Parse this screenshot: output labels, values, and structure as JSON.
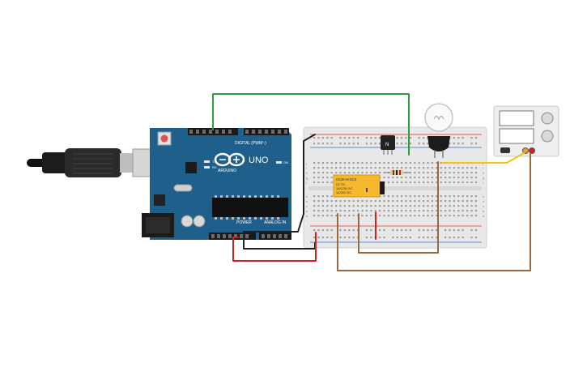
{
  "arduino": {
    "brand": "ARDUINO",
    "model": "UNO",
    "digital_label": "DIGITAL (PWM~)",
    "power_label": "POWER",
    "analog_label": "ANALOG IN",
    "tx_label": "TX",
    "rx_label": "RX",
    "on_label": "ON"
  },
  "relay": {
    "lines": [
      "KS2E-M-DC5",
      "DC 5V",
      "1A/125V AC",
      "1A/30V DC"
    ]
  },
  "transistor": {
    "label": "N"
  },
  "breadboard": {
    "row_letters_top": [
      "j",
      "i",
      "h",
      "g",
      "f"
    ],
    "row_letters_bottom": [
      "e",
      "d",
      "c",
      "b",
      "a"
    ]
  },
  "colors": {
    "arduino_board": "#1f5f8b",
    "breadboard": "#e8e8e8",
    "wire_green": "#2e9e3c",
    "wire_black": "#222222",
    "wire_red": "#d62020",
    "wire_brown": "#9a6a3e",
    "wire_yellow": "#f0c419",
    "relay": "#f5b82e"
  }
}
